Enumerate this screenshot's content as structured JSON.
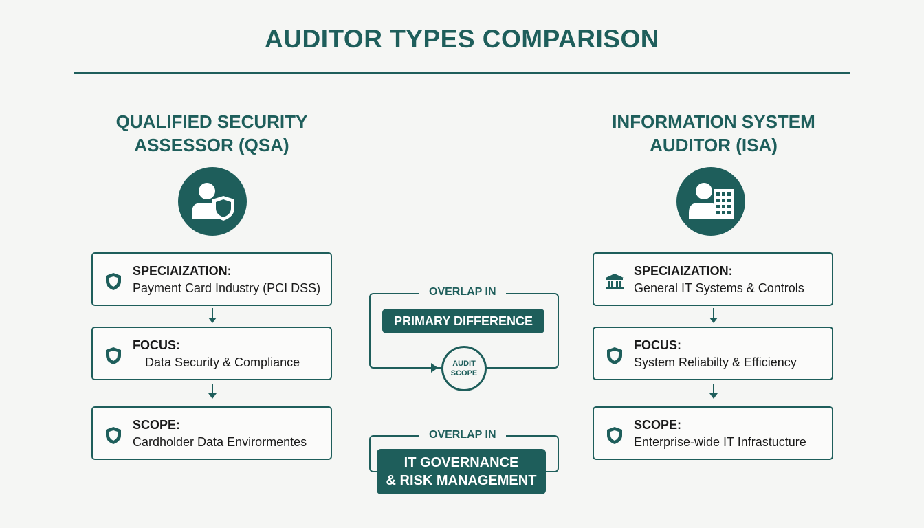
{
  "title": "AUDITOR TYPES COMPARISON",
  "colors": {
    "accent": "#1e5e5b",
    "background": "#f5f6f4",
    "text": "#1a1a1a"
  },
  "left": {
    "heading_line1": "QUALIFIED SECURITY",
    "heading_line2": "ASSESSOR (QSA)",
    "avatar_icon": "person-shield-icon",
    "cards": [
      {
        "icon": "shield-icon",
        "label": "SPECIAIZATION:",
        "value": "Payment Card Industry (PCI DSS)"
      },
      {
        "icon": "shield-icon",
        "label": "FOCUS:",
        "value": "Data Security & Compliance"
      },
      {
        "icon": "shield-icon",
        "label": "SCOPE:",
        "value": "Cardholder Data Envirormentes"
      }
    ]
  },
  "right": {
    "heading_line1": "INFORMATION SYSTEM",
    "heading_line2": "AUDITOR (ISA)",
    "avatar_icon": "person-building-icon",
    "cards": [
      {
        "icon": "bank-icon",
        "label": "SPECIAIZATION:",
        "value": "General IT Systems & Controls"
      },
      {
        "icon": "shield-icon",
        "label": "FOCUS:",
        "value": "System Reliabilty & Efficiency"
      },
      {
        "icon": "shield-icon",
        "label": "SCOPE:",
        "value": "Enterprise-wide IT Infrastucture"
      }
    ]
  },
  "center": {
    "overlap1": {
      "label": "OVERLAP IN",
      "pill": "PRIMARY DIFFERENCE",
      "circle_line1": "AUDIT",
      "circle_line2": "SCOPE"
    },
    "overlap2": {
      "label": "OVERLAP IN",
      "pill_line1": "IT GOVERNANCE",
      "pill_line2": "& RISK MANAGEMENT"
    }
  }
}
